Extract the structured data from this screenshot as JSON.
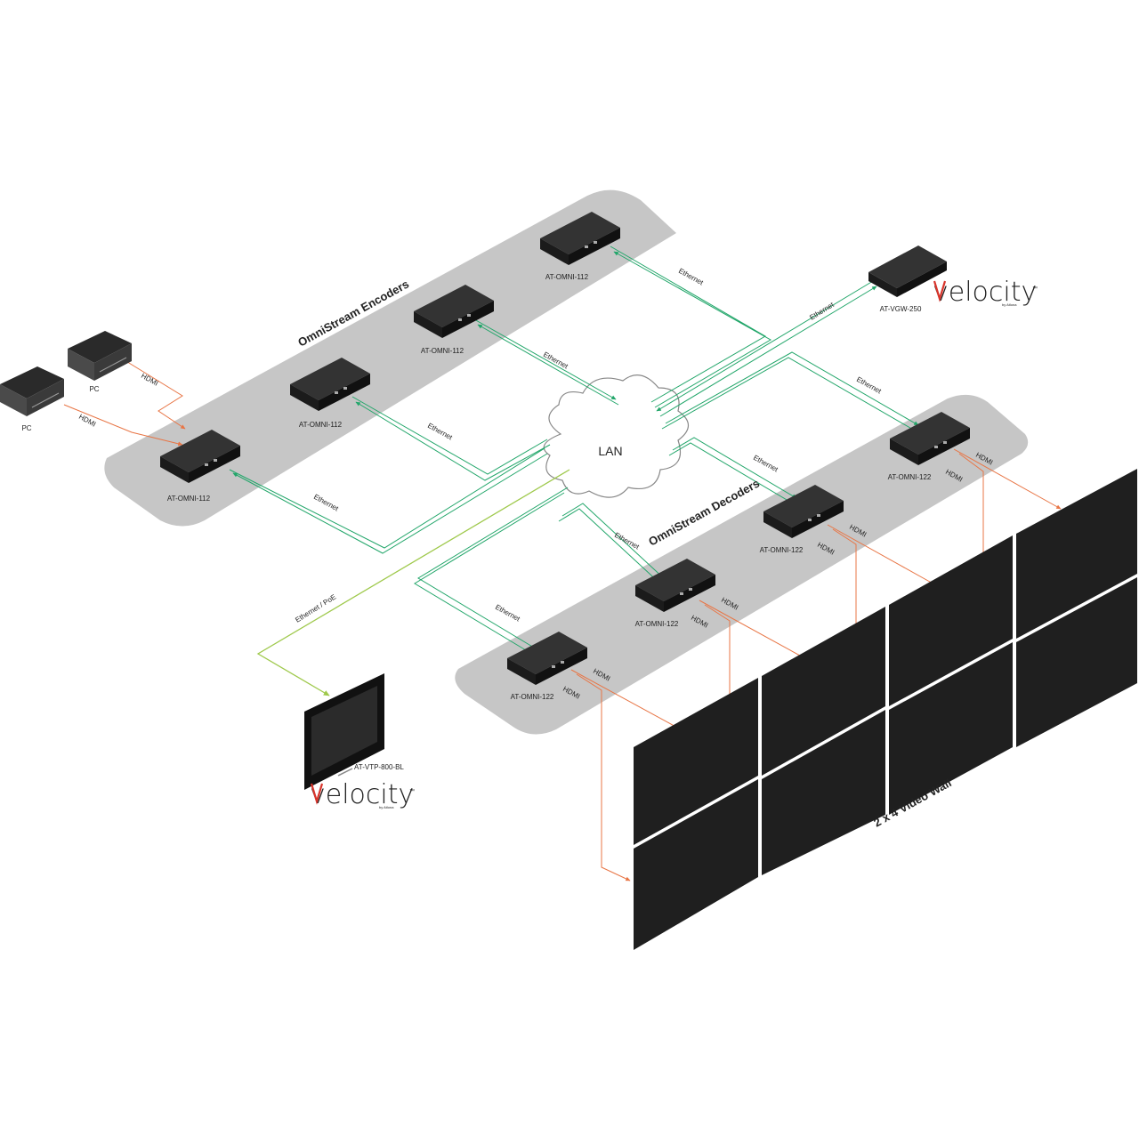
{
  "colors": {
    "platform": "#c6c6c6",
    "device": "#1b1b1b",
    "ethernet": "#22a66a",
    "hdmi": "#e87545",
    "poe": "#9fc94c",
    "screen": "#1f1f1f",
    "logo_v": "#d8342b",
    "logo_text": "#555555"
  },
  "groups": {
    "encoders_title": "OmniStream Encoders",
    "decoders_title": "OmniStream Decoders",
    "video_wall_title": "2 x 4 Video Wall"
  },
  "network": {
    "lan_label": "LAN"
  },
  "sources": [
    {
      "label": "PC",
      "icon": "pc-icon"
    },
    {
      "label": "PC",
      "icon": "pc-icon"
    }
  ],
  "encoders": [
    {
      "label": "AT-OMNI-112",
      "icon": "encoder-icon"
    },
    {
      "label": "AT-OMNI-112",
      "icon": "encoder-icon"
    },
    {
      "label": "AT-OMNI-112",
      "icon": "encoder-icon"
    },
    {
      "label": "AT-OMNI-112",
      "icon": "encoder-icon"
    }
  ],
  "decoders": [
    {
      "label": "AT-OMNI-122",
      "icon": "decoder-icon"
    },
    {
      "label": "AT-OMNI-122",
      "icon": "decoder-icon"
    },
    {
      "label": "AT-OMNI-122",
      "icon": "decoder-icon"
    },
    {
      "label": "AT-OMNI-122",
      "icon": "decoder-icon"
    }
  ],
  "gateway": {
    "label": "AT-VGW-250",
    "icon": "gateway-icon"
  },
  "touch_panel": {
    "label": "AT-VTP-800-BL",
    "icon": "touch-panel-icon"
  },
  "logos": [
    {
      "text": "velocity",
      "tm": "™",
      "byline": "by Atlona"
    },
    {
      "text": "velocity",
      "tm": "™",
      "byline": "by Atlona"
    }
  ],
  "link_labels": {
    "hdmi": "HDMI",
    "ethernet": "Ethernet",
    "ethernet_poe": "Ethernet / PoE"
  }
}
